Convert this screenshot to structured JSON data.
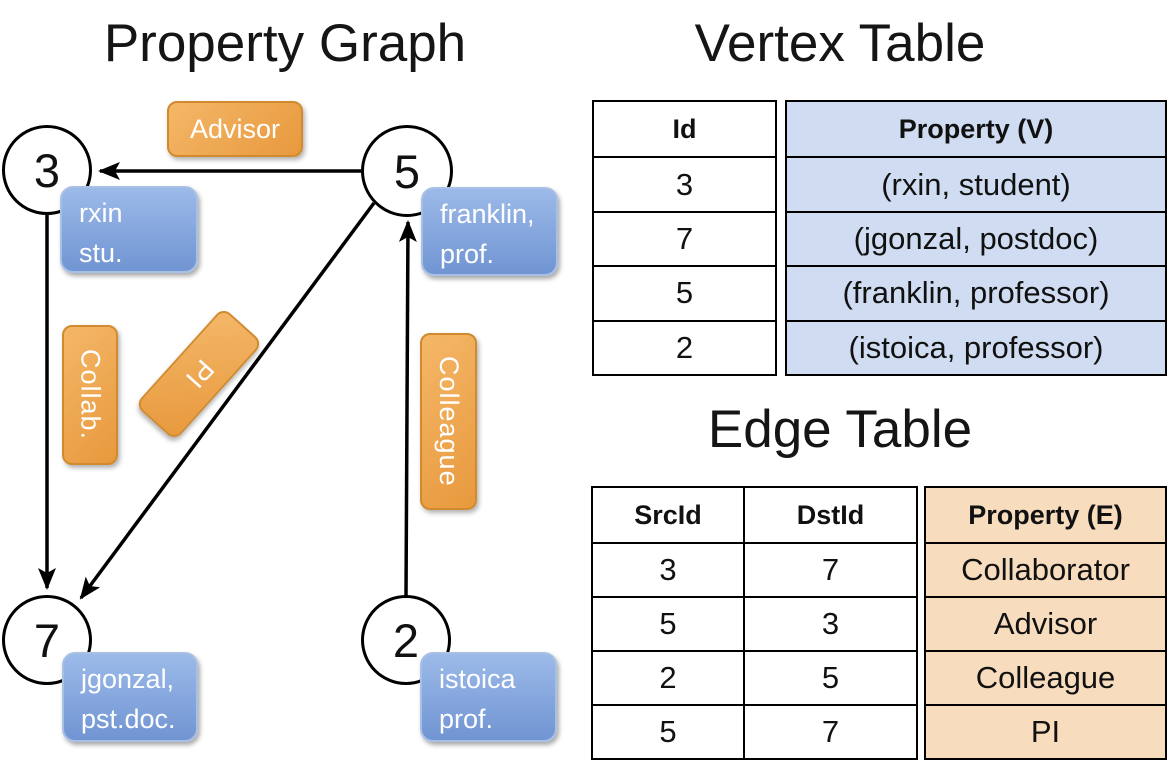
{
  "graph": {
    "title": "Property Graph",
    "nodes": {
      "n3": {
        "id": "3",
        "prop_line1": "rxin",
        "prop_line2": "stu."
      },
      "n5": {
        "id": "5",
        "prop_line1": "franklin,",
        "prop_line2": "prof."
      },
      "n7": {
        "id": "7",
        "prop_line1": "jgonzal,",
        "prop_line2": "pst.doc."
      },
      "n2": {
        "id": "2",
        "prop_line1": "istoica",
        "prop_line2": "prof."
      }
    },
    "edge_labels": {
      "advisor": "Advisor",
      "collab": "Collab.",
      "pi": "PI",
      "colleague": "Colleague"
    }
  },
  "vertex_table": {
    "title": "Vertex Table",
    "columns": {
      "id": "Id",
      "property": "Property (V)"
    },
    "rows": [
      {
        "id": "3",
        "property": "(rxin, student)"
      },
      {
        "id": "7",
        "property": "(jgonzal, postdoc)"
      },
      {
        "id": "5",
        "property": "(franklin, professor)"
      },
      {
        "id": "2",
        "property": "(istoica, professor)"
      }
    ]
  },
  "edge_table": {
    "title": "Edge Table",
    "columns": {
      "src": "SrcId",
      "dst": "DstId",
      "property": "Property (E)"
    },
    "rows": [
      {
        "src": "3",
        "dst": "7",
        "property": "Collaborator"
      },
      {
        "src": "5",
        "dst": "3",
        "property": "Advisor"
      },
      {
        "src": "2",
        "dst": "5",
        "property": "Colleague"
      },
      {
        "src": "5",
        "dst": "7",
        "property": "PI"
      }
    ]
  },
  "colors": {
    "edge_label_top": "#F4B768",
    "edge_label_bottom": "#E8993D",
    "edge_label_border": "#D18A2D",
    "vertex_box_top": "#9CBAE9",
    "vertex_box_bottom": "#7195D3",
    "vertex_property_column_bg": "#CFDCF1",
    "edge_property_column_bg": "#F7DCBE",
    "line_color": "#000000"
  }
}
